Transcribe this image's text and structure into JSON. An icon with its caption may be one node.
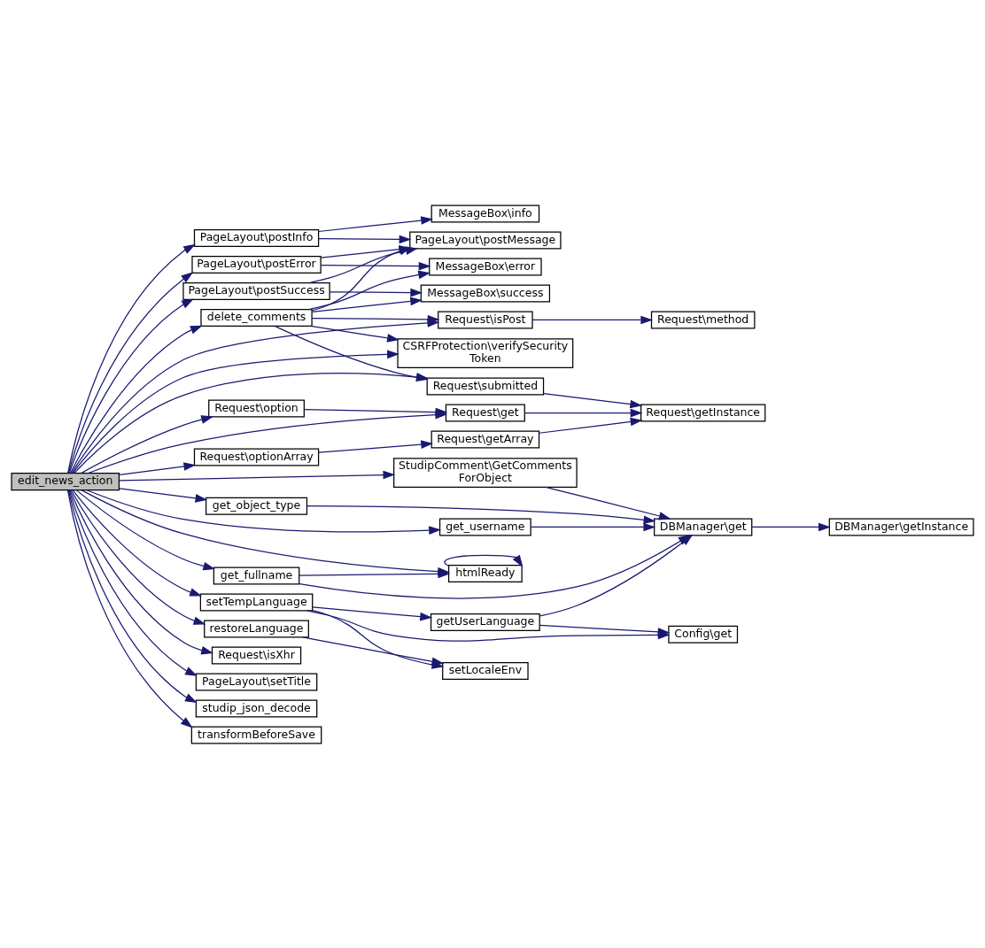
{
  "diagram": {
    "nodes": [
      {
        "text": [
          "edit_news_action"
        ]
      },
      {
        "text": [
          "PageLayout\\postInfo"
        ]
      },
      {
        "text": [
          "MessageBox\\info"
        ]
      },
      {
        "text": [
          "PageLayout\\postMessage"
        ]
      },
      {
        "text": [
          "PageLayout\\postError"
        ]
      },
      {
        "text": [
          "MessageBox\\error"
        ]
      },
      {
        "text": [
          "PageLayout\\postSuccess"
        ]
      },
      {
        "text": [
          "MessageBox\\success"
        ]
      },
      {
        "text": [
          "delete_comments"
        ]
      },
      {
        "text": [
          "Request\\isPost"
        ]
      },
      {
        "text": [
          "Request\\method"
        ]
      },
      {
        "text": [
          "CSRFProtection\\verifySecurity Token"
        ]
      },
      {
        "text": [
          "Request\\submitted"
        ]
      },
      {
        "text": [
          "Request\\option"
        ]
      },
      {
        "text": [
          "Request\\get"
        ]
      },
      {
        "text": [
          "Request\\getInstance"
        ]
      },
      {
        "text": [
          "Request\\optionArray"
        ]
      },
      {
        "text": [
          "Request\\getArray"
        ]
      },
      {
        "text": [
          "get_username"
        ]
      },
      {
        "text": [
          "StudipComment\\GetComments ForObject"
        ]
      },
      {
        "text": [
          "DBManager\\get"
        ]
      },
      {
        "text": [
          "DBManager\\getInstance"
        ]
      },
      {
        "text": [
          "get_fullname"
        ]
      },
      {
        "text": [
          "htmlReady"
        ]
      },
      {
        "text": [
          "get_object_type"
        ]
      },
      {
        "text": [
          "setTempLanguage"
        ]
      },
      {
        "text": [
          "getUserLanguage"
        ]
      },
      {
        "text": [
          "Config\\get"
        ]
      },
      {
        "text": [
          "restoreLanguage"
        ]
      },
      {
        "text": [
          "setLocaleEnv"
        ]
      },
      {
        "text": [
          "Request\\isXhr"
        ]
      },
      {
        "text": [
          "PageLayout\\setTitle"
        ]
      },
      {
        "text": [
          "studip_json_decode"
        ]
      },
      {
        "text": [
          "transformBeforeSave"
        ]
      }
    ],
    "edges": [
      {
        "from": 0,
        "to": 1,
        "arrow": "to"
      },
      {
        "from": 0,
        "to": 4,
        "arrow": "to"
      },
      {
        "from": 0,
        "to": 6,
        "arrow": "to"
      },
      {
        "from": 0,
        "to": 8,
        "arrow": "to"
      },
      {
        "from": 0,
        "to": 9,
        "arrow": "to"
      },
      {
        "from": 0,
        "to": 11,
        "arrow": "to"
      },
      {
        "from": 0,
        "to": 12,
        "arrow": "to"
      },
      {
        "from": 0,
        "to": 13,
        "arrow": "to"
      },
      {
        "from": 0,
        "to": 14,
        "arrow": "to"
      },
      {
        "from": 0,
        "to": 16,
        "arrow": "to"
      },
      {
        "from": 0,
        "to": 18,
        "arrow": "to"
      },
      {
        "from": 0,
        "to": 19,
        "arrow": "to"
      },
      {
        "from": 0,
        "to": 22,
        "arrow": "to"
      },
      {
        "from": 0,
        "to": 23,
        "arrow": "to"
      },
      {
        "from": 0,
        "to": 24,
        "arrow": "to"
      },
      {
        "from": 0,
        "to": 25,
        "arrow": "to"
      },
      {
        "from": 0,
        "to": 28,
        "arrow": "to"
      },
      {
        "from": 0,
        "to": 30,
        "arrow": "to"
      },
      {
        "from": 0,
        "to": 31,
        "arrow": "to"
      },
      {
        "from": 0,
        "to": 32,
        "arrow": "to"
      },
      {
        "from": 0,
        "to": 33,
        "arrow": "to"
      },
      {
        "from": 1,
        "to": 2,
        "arrow": "to"
      },
      {
        "from": 1,
        "to": 3,
        "arrow": "to"
      },
      {
        "from": 4,
        "to": 3,
        "arrow": "to"
      },
      {
        "from": 4,
        "to": 5,
        "arrow": "to"
      },
      {
        "from": 6,
        "to": 3,
        "arrow": "to"
      },
      {
        "from": 6,
        "to": 7,
        "arrow": "to"
      },
      {
        "from": 8,
        "to": 3,
        "arrow": "to"
      },
      {
        "from": 8,
        "to": 5,
        "arrow": "to"
      },
      {
        "from": 8,
        "to": 7,
        "arrow": "to"
      },
      {
        "from": 8,
        "to": 9,
        "arrow": "to"
      },
      {
        "from": 8,
        "to": 11,
        "arrow": "to"
      },
      {
        "from": 8,
        "to": 12,
        "arrow": "to"
      },
      {
        "from": 9,
        "to": 10,
        "arrow": "to"
      },
      {
        "from": 12,
        "to": 15,
        "arrow": "to"
      },
      {
        "from": 13,
        "to": 14,
        "arrow": "to"
      },
      {
        "from": 14,
        "to": 15,
        "arrow": "to"
      },
      {
        "from": 16,
        "to": 17,
        "arrow": "to"
      },
      {
        "from": 17,
        "to": 15,
        "arrow": "to"
      },
      {
        "from": 18,
        "to": 20,
        "arrow": "to"
      },
      {
        "from": 19,
        "to": 20,
        "arrow": "to"
      },
      {
        "from": 20,
        "to": 21,
        "arrow": "to"
      },
      {
        "from": 22,
        "to": 20,
        "arrow": "to"
      },
      {
        "from": 22,
        "to": 23,
        "arrow": "to"
      },
      {
        "from": 23,
        "to": 23,
        "arrow": "to"
      },
      {
        "from": 24,
        "to": 20,
        "arrow": "to"
      },
      {
        "from": 25,
        "to": 26,
        "arrow": "to"
      },
      {
        "from": 25,
        "to": 27,
        "arrow": "to"
      },
      {
        "from": 25,
        "to": 29,
        "arrow": "to"
      },
      {
        "from": 26,
        "to": 20,
        "arrow": "to"
      },
      {
        "from": 26,
        "to": 27,
        "arrow": "to"
      },
      {
        "from": 28,
        "to": 29,
        "arrow": "to"
      }
    ]
  }
}
